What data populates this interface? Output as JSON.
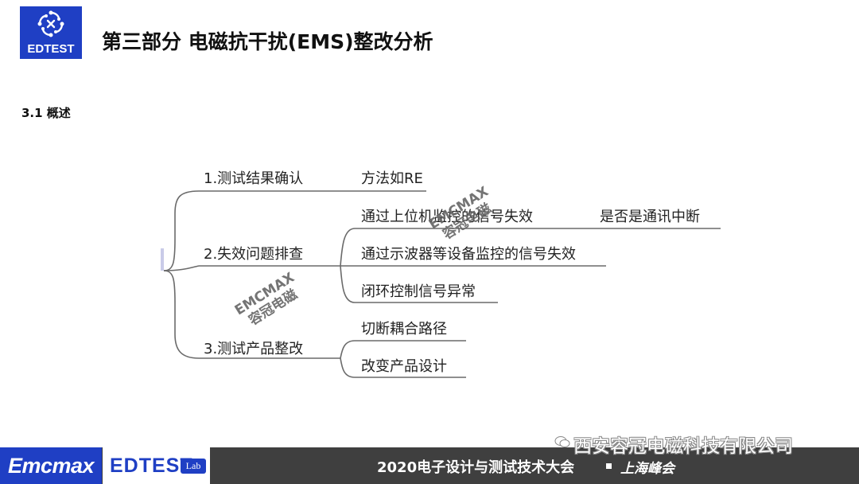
{
  "header": {
    "logo_text": "EDTEST",
    "title": "第三部分  电磁抗干扰(EMS)整改分析"
  },
  "section": {
    "title": "3.1 概述"
  },
  "mindmap": {
    "branches": [
      {
        "label": "1.测试结果确认",
        "children": [
          "方法如RE"
        ]
      },
      {
        "label": "2.失效问题排查",
        "children": [
          "通过上位机监控的信号失效",
          "通过示波器等设备监控的信号失效",
          "闭环控制信号异常"
        ],
        "sub_child": "是否是通讯中断"
      },
      {
        "label": "3.测试产品整改",
        "children": [
          "切断耦合路径",
          "改变产品设计"
        ]
      }
    ]
  },
  "watermarks": [
    {
      "line1": "EMCMAX",
      "line2": "容冠电磁"
    },
    {
      "line1": "EMCMAX",
      "line2": "容冠电磁"
    }
  ],
  "footer": {
    "brand_left": "Emcmax",
    "brand_right": "EDTEST",
    "brand_right_badge": "Lab",
    "event": "2020电子设计与测试技术大会",
    "location": "上海峰会"
  },
  "company_tag": "西安容冠电磁科技有限公司",
  "colors": {
    "brand_blue": "#1f3fc4",
    "footer_gray": "#3f3f3f"
  }
}
